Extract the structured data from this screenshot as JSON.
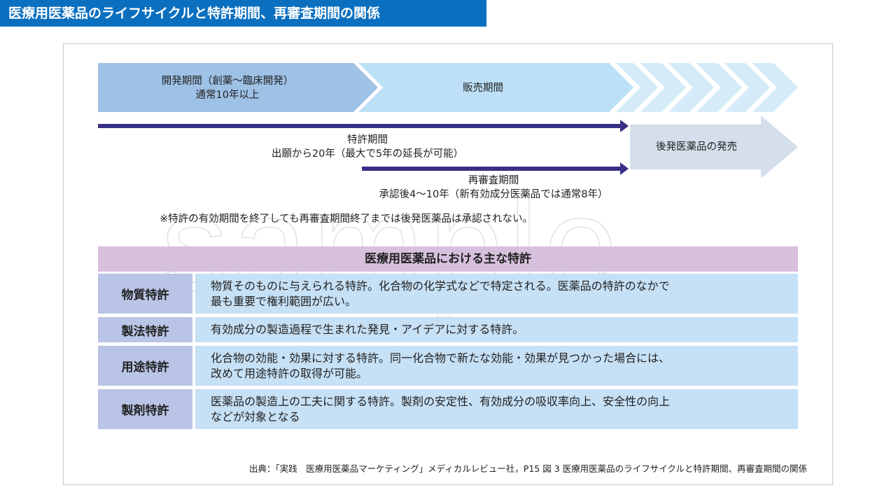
{
  "title": "医療用医薬品のライフサイクルと特許期間、再審査期間の関係",
  "timeline": {
    "development": {
      "line1": "開発期間（創薬〜臨床開発）",
      "line2": "通常10年以上"
    },
    "sales": "販売期間",
    "patent": {
      "line1": "特許期間",
      "line2": "出願から20年（最大で5年の延長が可能）"
    },
    "reexam": {
      "line1": "再審査期間",
      "line2": "承認後4〜10年（新有効成分医薬品では通常8年）"
    },
    "generic": "後発医薬品の発売",
    "note": "※特許の有効期間を終了しても再審査期間終了までは後発医薬品は承認されない。"
  },
  "watermark": "sample",
  "table": {
    "header": "医療用医薬品における主な特許",
    "rows": [
      {
        "name": "物質特許",
        "desc1": "物質そのものに与えられる特許。化合物の化学式などで特定される。医薬品の特許のなかで",
        "desc2": "最も重要で権利範囲が広い。"
      },
      {
        "name": "製法特許",
        "desc1": "有効成分の製造過程で生まれた発見・アイデアに対する特許。",
        "desc2": ""
      },
      {
        "name": "用途特許",
        "desc1": "化合物の効能・効果に対する特許。同一化合物で新たな効能・効果が見つかった場合には、",
        "desc2": "改めて用途特許の取得が可能。"
      },
      {
        "name": "製剤特許",
        "desc1": "医薬品の製造上の工夫に関する特許。製剤の安定性、有効成分の吸収率向上、安全性の向上",
        "desc2": "などが対象となる"
      }
    ]
  },
  "source": "出典：「実践　医療用医薬品マーケティング」メディカルレビュー社，P15 図 3 医療用医薬品のライフサイクルと特許期間、再審査期間の関係"
}
